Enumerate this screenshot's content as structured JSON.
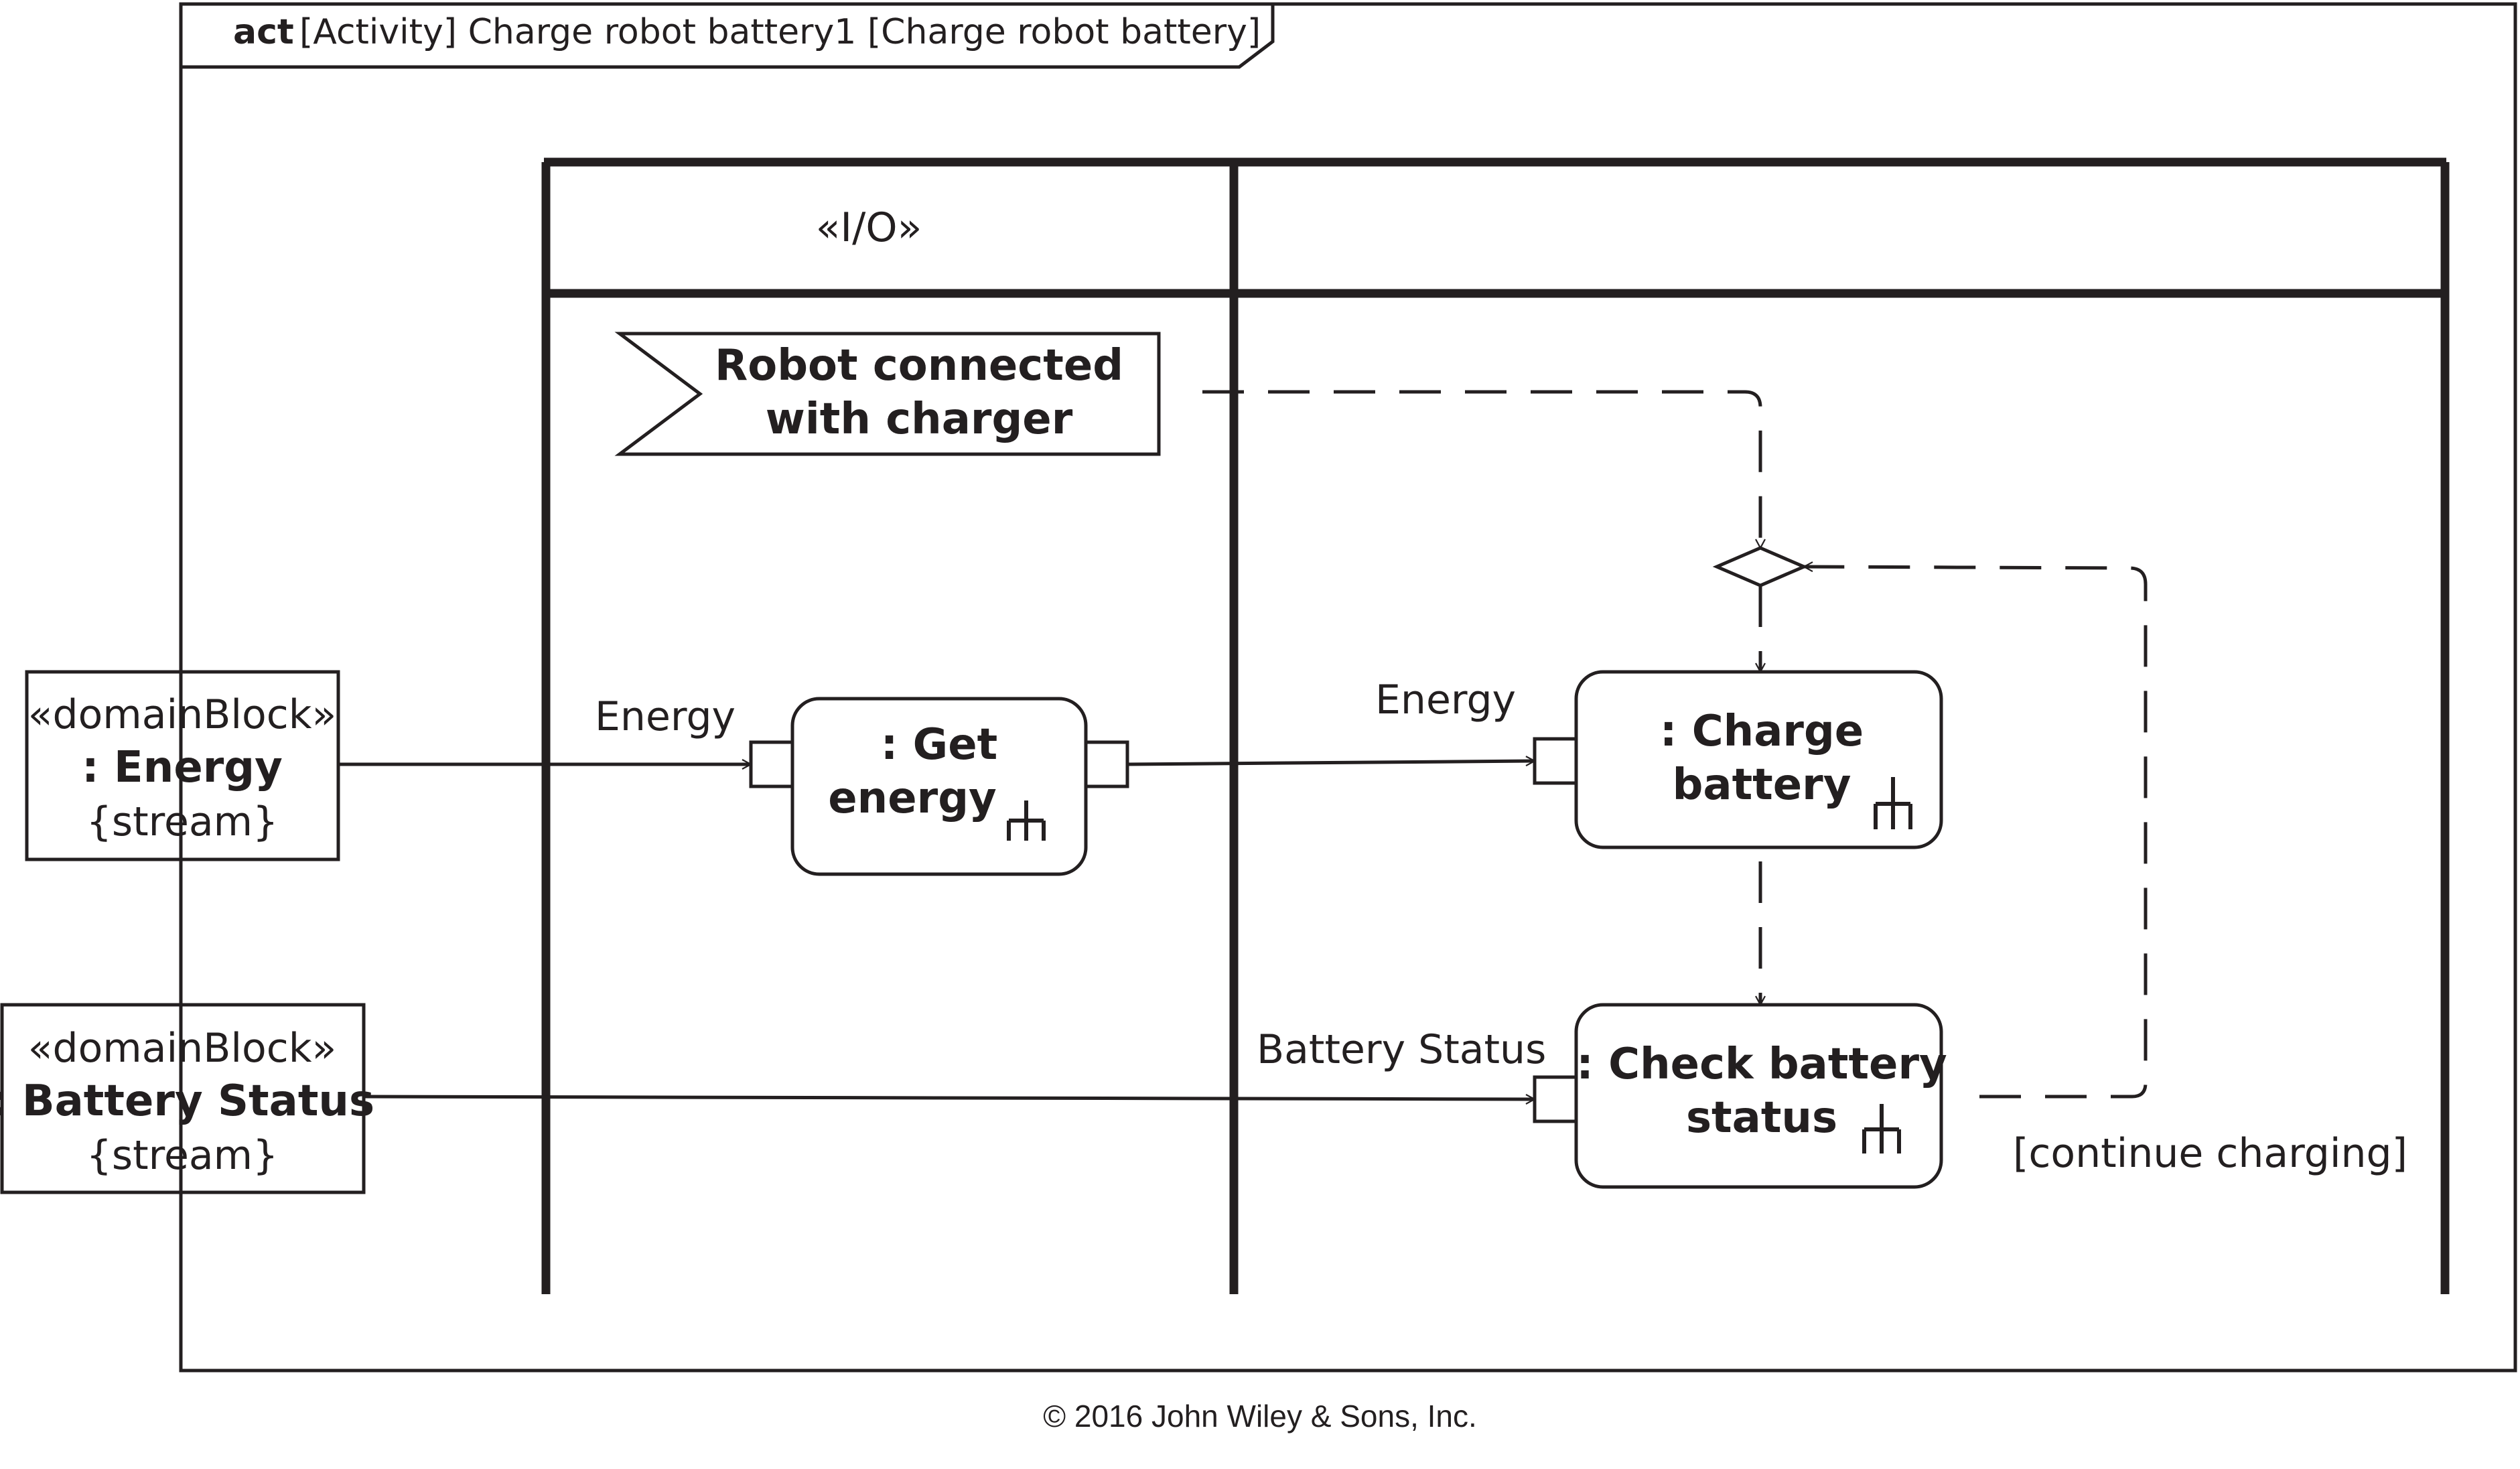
{
  "frame": {
    "keyword": "act",
    "title": "[Activity] Charge robot battery1 [Charge robot battery]"
  },
  "partitions": [
    {
      "label": "«I/O»"
    },
    {
      "label": ""
    }
  ],
  "signal": {
    "line1": "Robot connected",
    "line2": "with charger"
  },
  "blocks": {
    "energy": {
      "stereotype": "«domainBlock»",
      "name": ": Energy",
      "property": "{stream}"
    },
    "battery_status": {
      "stereotype": "«domainBlock»",
      "name": ": Battery Status",
      "property": "{stream}"
    }
  },
  "actions": {
    "get_energy": {
      "line1": ": Get",
      "line2": "energy"
    },
    "charge_battery": {
      "line1": ": Charge",
      "line2": "battery"
    },
    "check_battery": {
      "line1": ": Check battery",
      "line2": "status"
    }
  },
  "flows": {
    "energy_in": "Energy",
    "energy_charge": "Energy",
    "battery_status": "Battery Status",
    "guard": "[continue charging]"
  },
  "copyright": "© 2016 John Wiley & Sons, Inc."
}
